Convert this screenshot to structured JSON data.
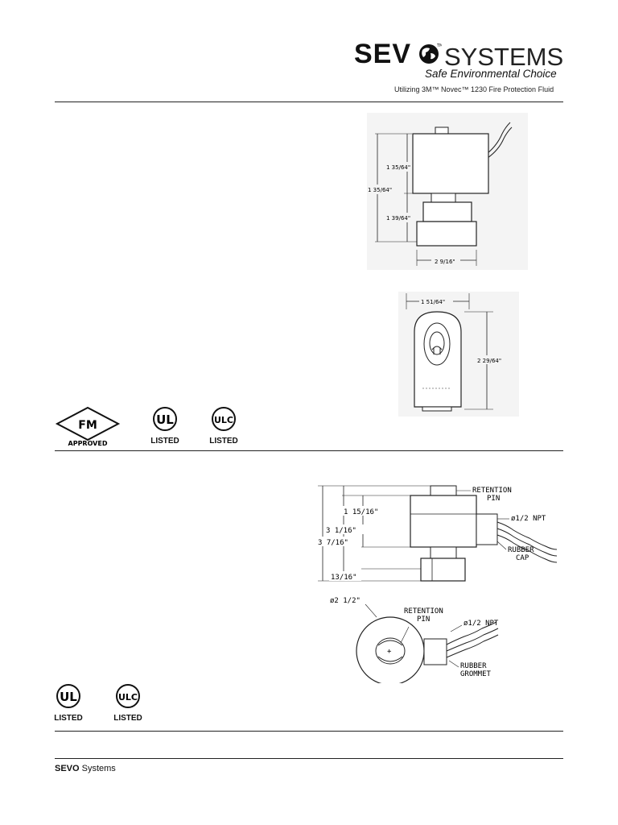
{
  "header": {
    "brand_bold": "SEV",
    "brand_systems": "SYSTEMS",
    "tagline": "Safe Environmental Choice",
    "subline": "Utilizing 3M™ Novec™ 1230 Fire Protection Fluid"
  },
  "section1": {
    "side_view": {
      "dim_upper": "1 35/64\"",
      "dim_overall": "1 35/64\"",
      "dim_lower": "1 39/64\"",
      "dim_width": "2 9/16\""
    },
    "front_view": {
      "dim_width": "1 51/64\"",
      "dim_height": "2 29/64\""
    },
    "certs": {
      "fm_text": "FM",
      "fm_label": "APPROVED",
      "ul_label": "LISTED",
      "ulc_label": "LISTED"
    }
  },
  "section2": {
    "side_view": {
      "retention_pin": [
        "RETENTION",
        "PIN"
      ],
      "dim_body": "1 15/16\"",
      "dim_mid": "3 1/16\"",
      "dim_overall": "3 7/16\"",
      "dim_base": "13/16\"",
      "npt": "ø1/2 NPT",
      "rubber_cap": [
        "RUBBER",
        "CAP"
      ]
    },
    "top_view": {
      "dia": "ø2 1/2\"",
      "retention_pin": [
        "RETENTION",
        "PIN"
      ],
      "npt": "ø1/2 NPT",
      "grommet": [
        "RUBBER",
        "GROMMET"
      ]
    },
    "certs": {
      "ul_label": "LISTED",
      "ulc_label": "LISTED"
    }
  },
  "footer": {
    "brand_bold": "SEVO",
    "brand_rest": " Systems"
  }
}
